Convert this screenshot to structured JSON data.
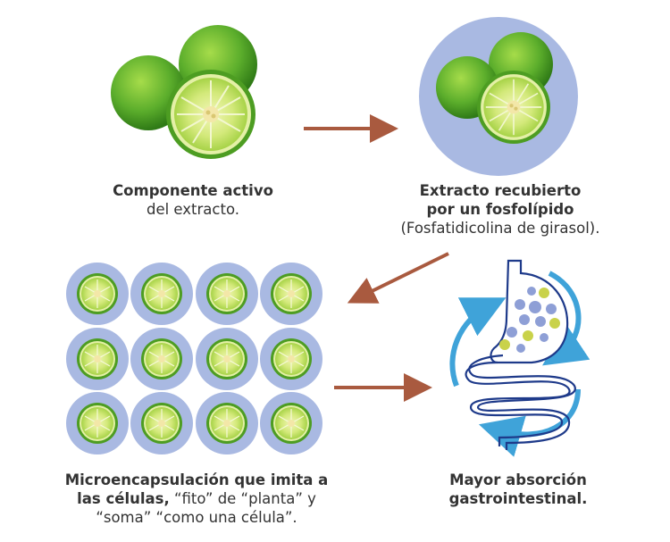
{
  "steps": [
    {
      "bold": "Componente activo",
      "normal": "del extracto."
    },
    {
      "bold_line1": "Extracto recubierto",
      "bold_line2": "por un fosfolípido",
      "normal": "(Fosfatidicolina de girasol)."
    },
    {
      "bold_line1": "Microencapsulación que imita a",
      "bold_line2_start": "las células,",
      "normal_line2_end": " “fito” de “planta” y",
      "normal_line3": "“soma” “como una célula”."
    },
    {
      "bold_line1": "Mayor absorción",
      "bold_line2": "gastrointestinal."
    }
  ],
  "colors": {
    "arrow": "#a95a3f",
    "capsule": "#a9b9e2",
    "citrus_green": "#5cae2c",
    "citrus_light": "#c8e26a",
    "gut_outline": "#1e3a8a",
    "flow_arrow": "#3fa3d9",
    "particle": "#8e9fd6"
  },
  "icons": [
    "bergamot-fruit-icon",
    "encapsulated-fruit-icon",
    "microcapsule-icon",
    "digestive-tract-icon",
    "arrow-icon"
  ]
}
